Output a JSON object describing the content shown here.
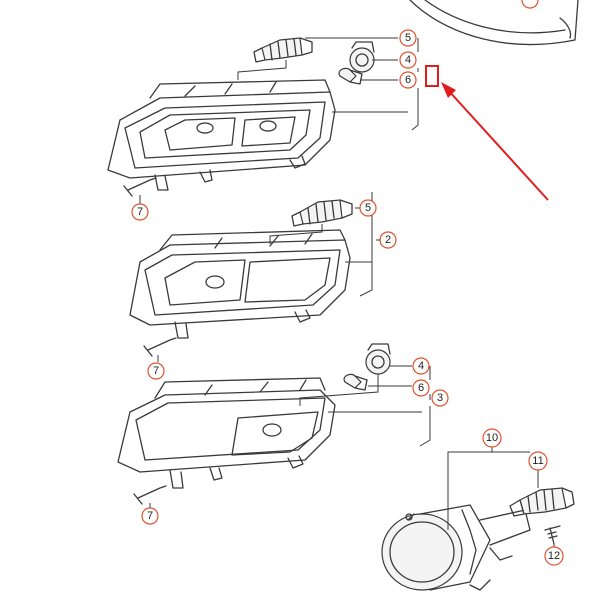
{
  "colors": {
    "callout_ring": "#e0522e",
    "highlight_arrow": "#e01e1e",
    "line": "#3a3a3a"
  },
  "callouts": {
    "c5a": "5",
    "c4a": "4",
    "c6a": "6",
    "c7a": "7",
    "c5b": "5",
    "c2": "2",
    "c7b": "7",
    "c4c": "4",
    "c6c": "6",
    "c3": "3",
    "c7c": "7",
    "c10": "10",
    "c11": "11",
    "c12": "12",
    "c_top": ""
  }
}
